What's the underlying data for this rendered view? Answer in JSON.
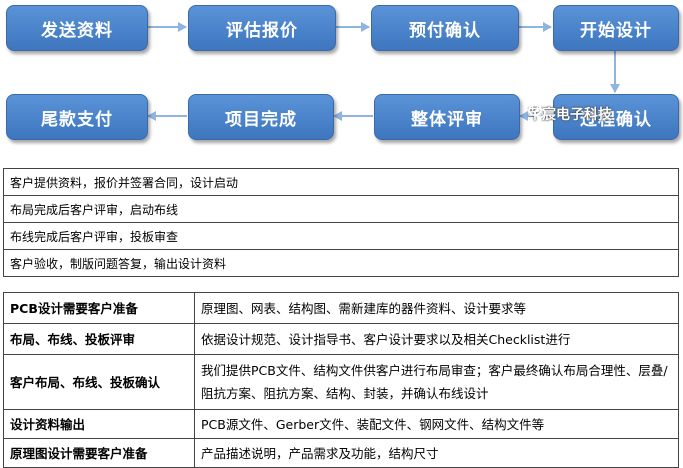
{
  "flow": {
    "steps": [
      "发送资料",
      "评估报价",
      "预付确认",
      "开始设计",
      "过程确认",
      "整体评审",
      "项目完成",
      "尾款支付"
    ],
    "watermark": "芊宸电子科技",
    "box_color": "#4f86cc",
    "arrow_color": "#8eb4e0"
  },
  "steps_table": [
    "客户提供资料，报价并签署合同，设计启动",
    "布局完成后客户评审，启动布线",
    "布线完成后客户评审，投板审查",
    "客户验收，制版问题答复，输出设计资料"
  ],
  "info_table": [
    {
      "key": "PCB设计需要客户准备",
      "value": "原理图、网表、结构图、需新建库的器件资料、设计要求等"
    },
    {
      "key": "布局、布线、投板评审",
      "value": "依据设计规范、设计指导书、客户设计要求以及相关Checklist进行"
    },
    {
      "key": "客户布局、布线、投板确认",
      "value": "我们提供PCB文件、结构文件供客户进行布局审查；客户最终确认布局合理性、层叠/阻抗方案、阻抗方案、结构、封装，并确认布线设计"
    },
    {
      "key": "设计资料输出",
      "value": "PCB源文件、Gerber文件、装配文件、钢网文件、结构文件等"
    },
    {
      "key": "原理图设计需要客户准备",
      "value": "产品描述说明，产品需求及功能，结构尺寸"
    }
  ]
}
